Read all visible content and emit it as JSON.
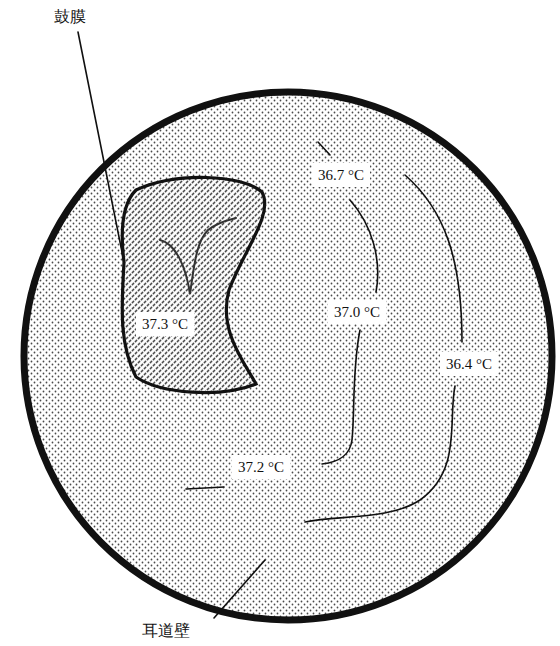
{
  "diagram": {
    "nodes": [
      {
        "text": [
          "37.3 °C"
        ]
      }
    ],
    "labels": [
      "鼓膜",
      "36.7 °C",
      "37.0 °C",
      "36.4 °C",
      "37.2 °C",
      "耳道壁"
    ]
  }
}
